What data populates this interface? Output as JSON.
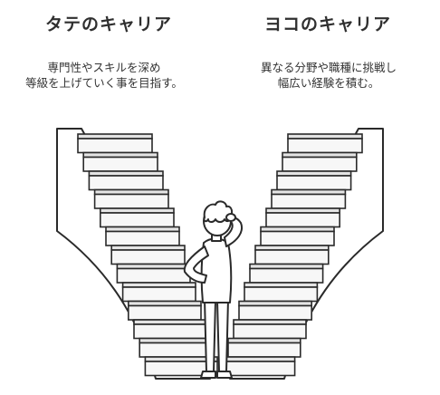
{
  "vertical_career": {
    "title": "タテのキャリア",
    "description_line1": "専門性やスキルを深め",
    "description_line2": "等級を上げていく事を目指す。"
  },
  "horizontal_career": {
    "title": "ヨコのキャリア",
    "description_line1": "異なる分野や職種に挑戦し",
    "description_line2": "幅広い経験を積む。"
  },
  "colors": {
    "stroke": "#2a2a2a",
    "stair_face": "#f7f7f7",
    "stair_top": "#e4e4e4",
    "text": "#2b2b2b"
  },
  "icons": {
    "person": "thinking-person-icon",
    "stairs": "v-shaped-staircase-icon"
  }
}
